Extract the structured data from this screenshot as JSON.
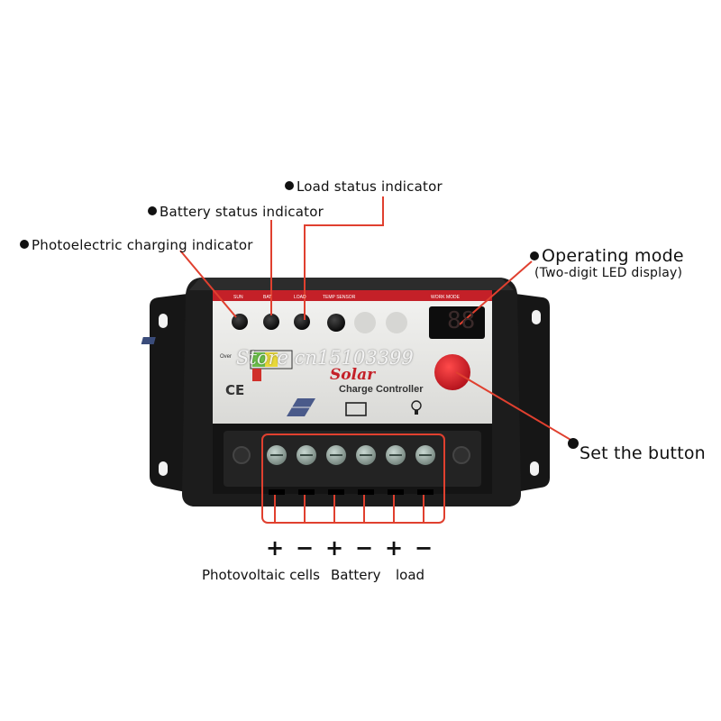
{
  "callouts": {
    "load_status": "Load status indicator",
    "battery_status": "Battery status indicator",
    "pv_charging": "Photoelectric charging indicator",
    "operating_mode": "Operating mode",
    "operating_mode_sub": "(Two-digit LED display)",
    "set_button": "Set the button"
  },
  "panel": {
    "led_labels": [
      "SUN",
      "BAT",
      "LOAD",
      "TEMP SENSOR"
    ],
    "work_mode_label": "WORK MODE",
    "brand": "Solar",
    "product": "Charge Controller",
    "ce_mark": "CE",
    "over_label": "Over",
    "display_value": "88",
    "watermark": "Store cn15103399"
  },
  "terminals": {
    "signs": [
      "+",
      "−",
      "+",
      "−",
      "+",
      "−"
    ],
    "captions": [
      "Photovoltaic cells",
      "Battery",
      "load"
    ]
  },
  "colors": {
    "annotation_red": "#e0402f",
    "device_body": "#1c1c1c",
    "panel_face": "#e8e8e6",
    "set_button": "#d8191f"
  }
}
